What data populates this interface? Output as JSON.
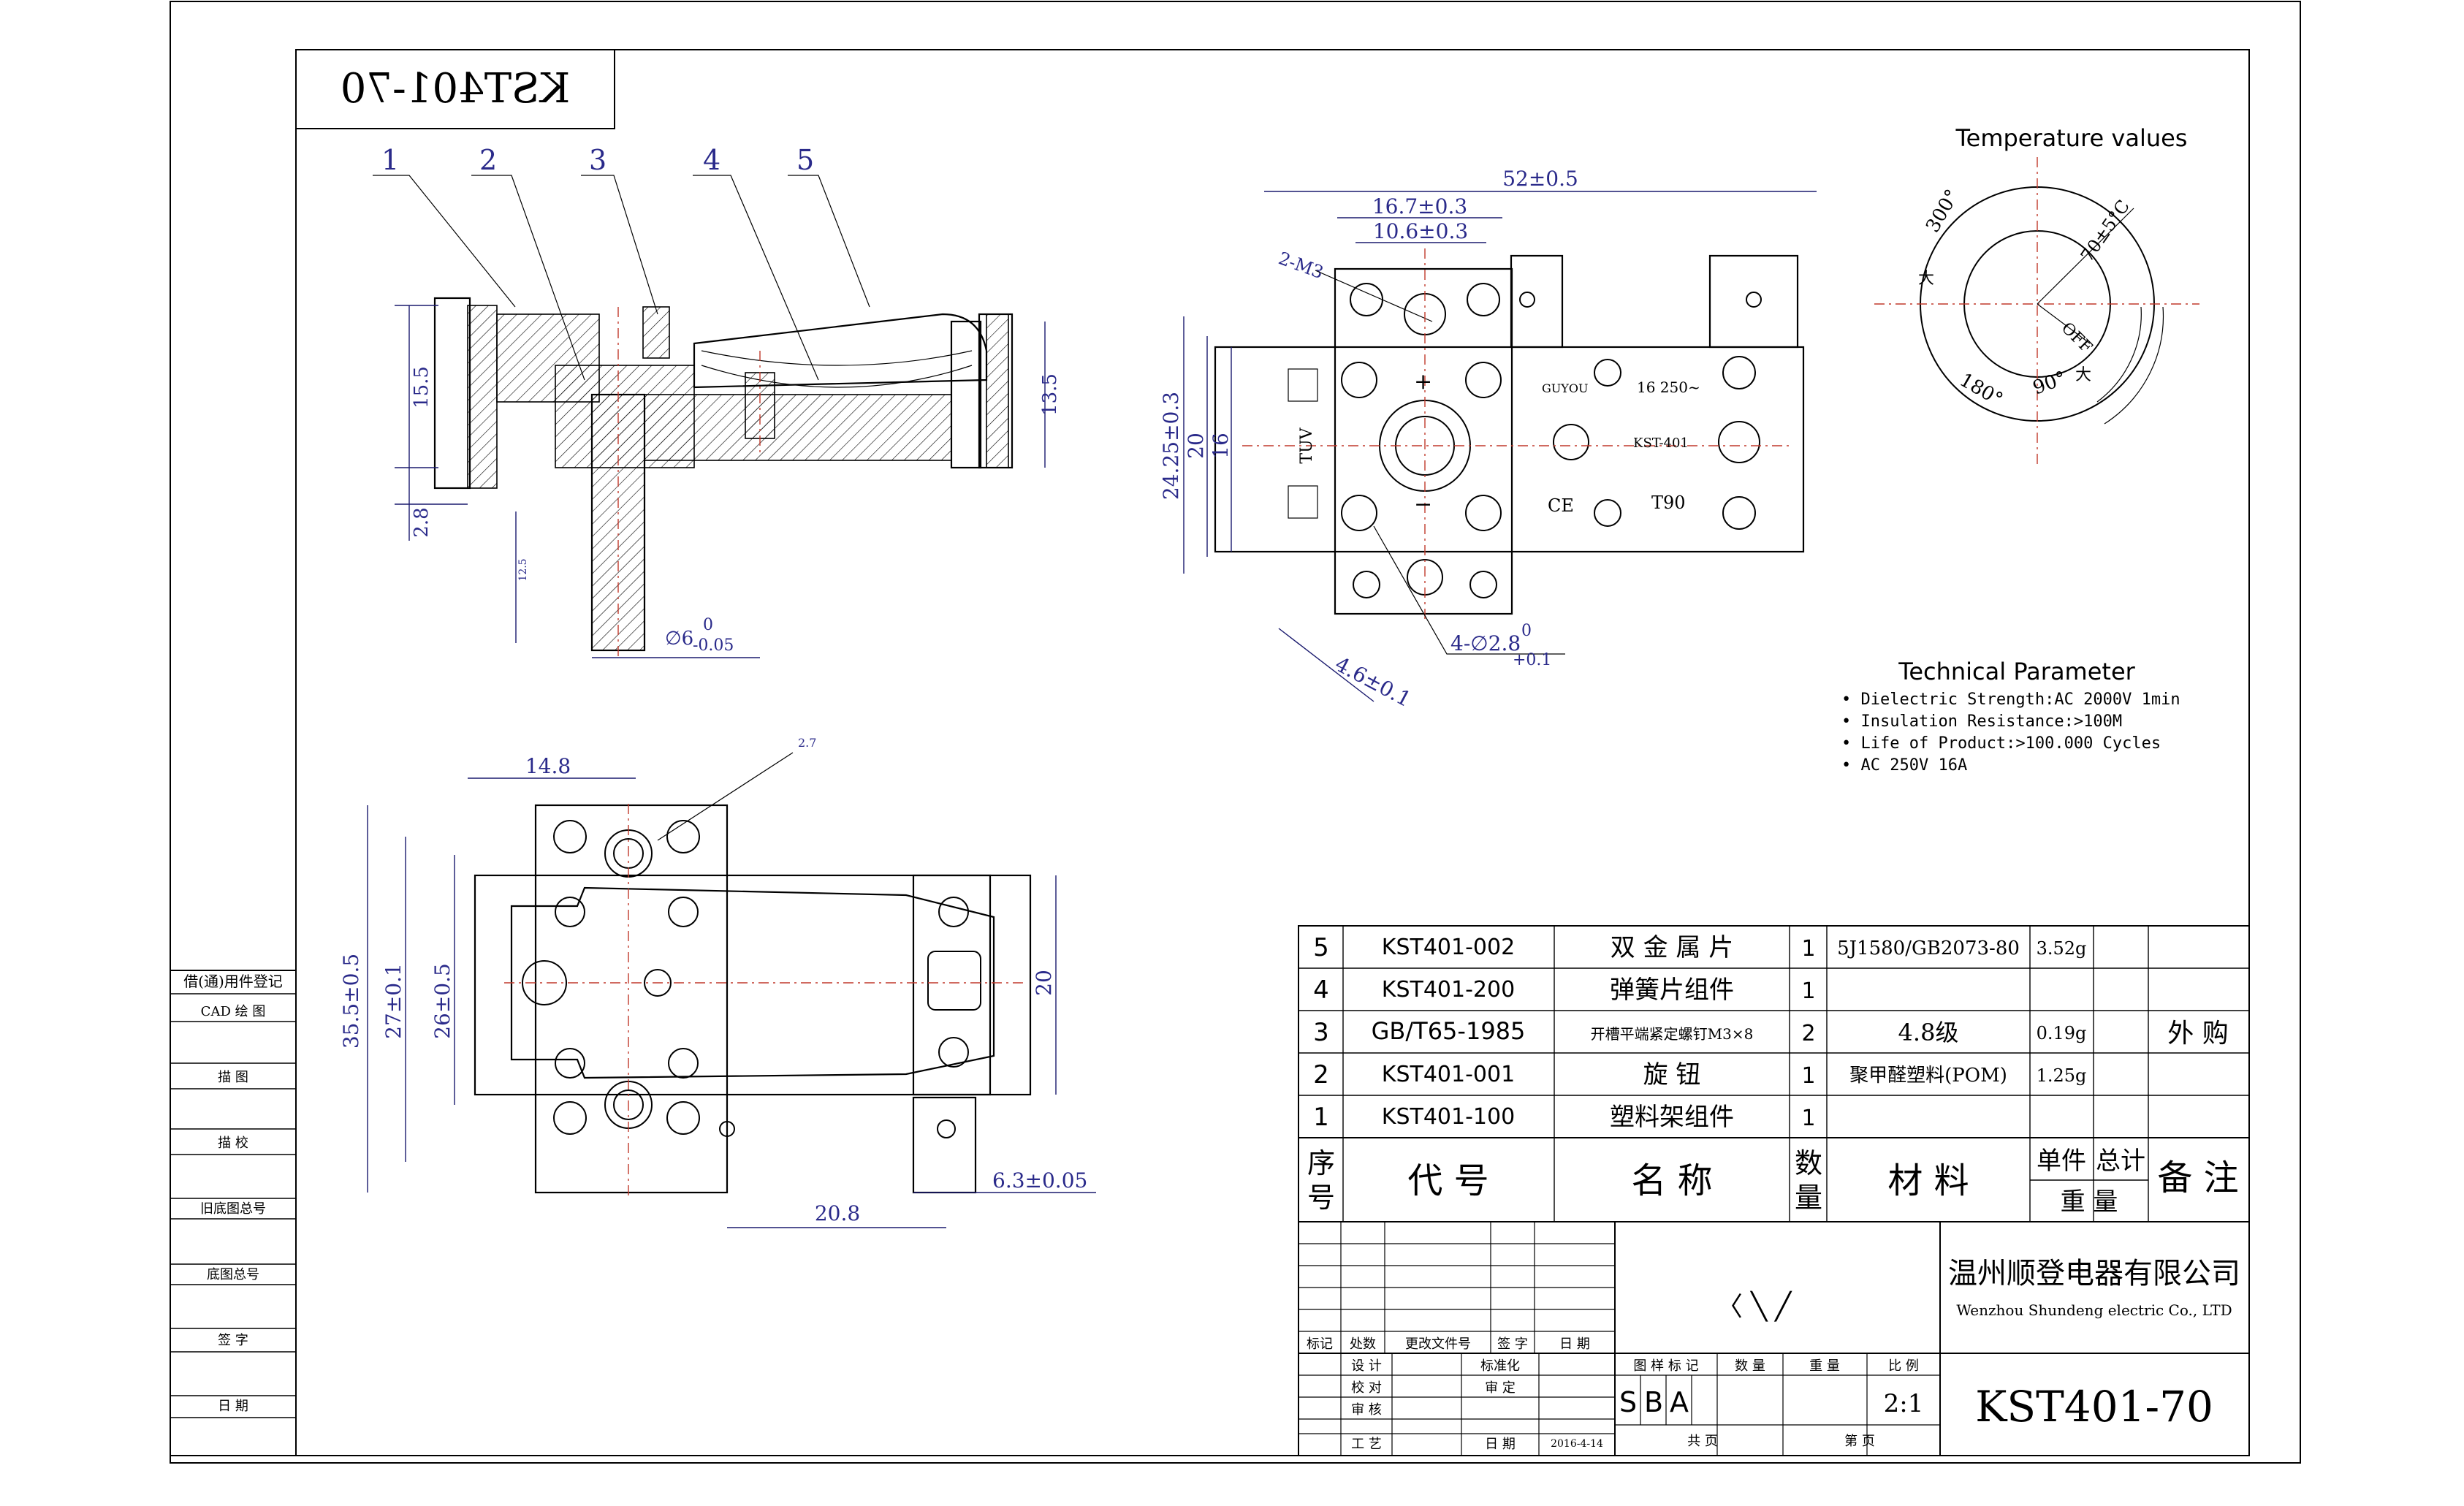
{
  "title_box": {
    "drawing_no_mirrored": "KST401-70"
  },
  "balloons": [
    "1",
    "2",
    "3",
    "4",
    "5"
  ],
  "section_view": {
    "dims": {
      "h1": "15.5",
      "h2": "13.5",
      "h3": "2.8",
      "h4": "12.5",
      "dia": "∅6",
      "tol_top": "0",
      "tol_bot": "-0.05"
    }
  },
  "top_view": {
    "dims": {
      "width": "52±0.5",
      "d1": "16.7±0.3",
      "d2": "10.6±0.3",
      "screws": "2-M3",
      "h_total": "24.25±0.3",
      "h20": "20",
      "h16": "16",
      "holes": "4-∅2.8",
      "holes_tol_top": "0",
      "holes_tol_bot": "+0.1",
      "offset": "4.6±0.1"
    },
    "markings": {
      "tuv": "TUV",
      "guyou": "GUYOU",
      "rating": "16 250~",
      "model": "KST-401",
      "ce": "CE",
      "t90": "T90",
      "plus": "+",
      "minus": "−"
    }
  },
  "temperature": {
    "heading": "Temperature values",
    "labels": {
      "t300": "300°",
      "big1": "大",
      "t70": "70±5°C",
      "off": "OFF",
      "t180": "180°",
      "t90": "90°",
      "big2": "大"
    }
  },
  "technical": {
    "heading": "Technical Parameter",
    "items": [
      "• Dielectric Strength:AC 2000V 1min",
      "• Insulation Resistance:>100M",
      "• Life of Product:>100.000 Cycles",
      "• AC 250V 16A"
    ]
  },
  "bottom_view": {
    "dims": {
      "w14": "14.8",
      "r27": "2.7",
      "h35": "35.5±0.5",
      "h27": "27±0.1",
      "h26": "26±0.5",
      "h20": "20",
      "w6": "6.3±0.05",
      "w20": "20.8"
    }
  },
  "left_strip": {
    "cells": [
      "借(通)用件登记",
      "CAD 绘 图",
      "描 图",
      "描 校",
      "旧底图总号",
      "底图总号",
      "签 字",
      "日 期"
    ]
  },
  "bom": {
    "rows": [
      {
        "no": "5",
        "code": "KST401-002",
        "name": "双 金 属 片",
        "qty": "1",
        "material": "5J1580/GB2073-80",
        "unit_weight": "3.52g",
        "remark": ""
      },
      {
        "no": "4",
        "code": "KST401-200",
        "name": "弹簧片组件",
        "qty": "1",
        "material": "",
        "unit_weight": "",
        "remark": ""
      },
      {
        "no": "3",
        "code": "GB/T65-1985",
        "name": "开槽平端紧定螺钉M3×8",
        "qty": "2",
        "material": "4.8级",
        "unit_weight": "0.19g",
        "remark": "外 购"
      },
      {
        "no": "2",
        "code": "KST401-001",
        "name": "旋 钮",
        "qty": "1",
        "material": "聚甲醛塑料(POM)",
        "unit_weight": "1.25g",
        "remark": ""
      },
      {
        "no": "1",
        "code": "KST401-100",
        "name": "塑料架组件",
        "qty": "1",
        "material": "",
        "unit_weight": "",
        "remark": ""
      }
    ],
    "header": {
      "no_a": "序",
      "no_b": "号",
      "code": "代 号",
      "name": "名 称",
      "qty_a": "数",
      "qty_b": "量",
      "material": "材 料",
      "unit": "单件",
      "total": "总计",
      "weight": "重 量",
      "remark": "备 注"
    }
  },
  "title_block": {
    "company_cn": "温州顺登电器有限公司",
    "company_en": "Wenzhou Shundeng electric Co., LTD",
    "drawing_no": "KST401-70",
    "scale": "2:1",
    "stage_letters": [
      "S",
      "B",
      "A"
    ],
    "rev_headers": [
      "标记",
      "处数",
      "更改文件号",
      "签 字",
      "日 期"
    ],
    "sign_rows": [
      {
        "a": "设 计",
        "b": "标准化"
      },
      {
        "a": "校 对",
        "b": "审 定"
      },
      {
        "a": "审 核",
        "b": ""
      },
      {
        "a": "工 艺",
        "b": "日 期"
      }
    ],
    "date": "2016-4-14",
    "info_headers": [
      "图 样 标 记",
      "数 量",
      "重 量",
      "比 例"
    ],
    "sheet_total": "共 页",
    "sheet_no": "第 页",
    "marks": "〈 ╲ ╱"
  }
}
